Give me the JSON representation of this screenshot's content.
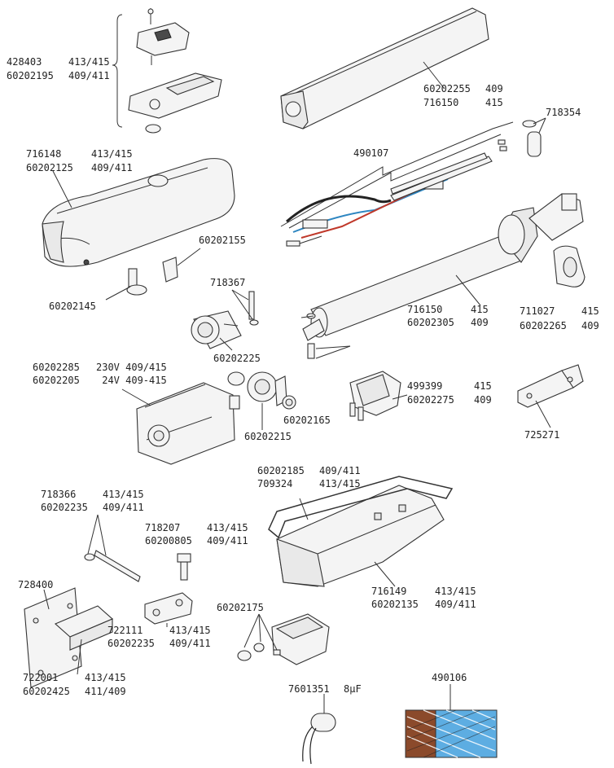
{
  "labels": {
    "l428403": "428403",
    "l428403v": "413/415",
    "l60202195": "60202195",
    "l60202195v": "409/411",
    "l60202255": "60202255",
    "l60202255v": "409",
    "l716150a": "716150",
    "l716150av": "415",
    "l718354": "718354",
    "l716148": "716148",
    "l716148v": "413/415",
    "l60202125": "60202125",
    "l60202125v": "409/411",
    "l490107": "490107",
    "l60202155": "60202155",
    "l718367": "718367",
    "l60202145": "60202145",
    "l60202225": "60202225",
    "l716150b": "716150",
    "l716150bv": "415",
    "l60202305": "60202305",
    "l60202305v": "409",
    "l711027": "711027",
    "l711027v": "415",
    "l60202265": "60202265",
    "l60202265v": "409",
    "l60202285": "60202285",
    "l60202285v": "230V 409/415",
    "l60202205": "60202205",
    "l60202205v": " 24V 409-415",
    "l499399": "499399",
    "l499399v": "415",
    "l60202275": "60202275",
    "l60202275v": "409",
    "l60202165": "60202165",
    "l60202215": "60202215",
    "l725271": "725271",
    "l60202185": "60202185",
    "l60202185v": "409/411",
    "l709324": "709324",
    "l709324v": "413/415",
    "l718366": "718366",
    "l718366v": "413/415",
    "l60202235a": "60202235",
    "l60202235av": "409/411",
    "l718207": "718207",
    "l718207v": "413/415",
    "l60200805": "60200805",
    "l60200805v": "409/411",
    "l728400": "728400",
    "l716149": "716149",
    "l716149v": "413/415",
    "l60202135": "60202135",
    "l60202135v": "409/411",
    "l60202175": "60202175",
    "l722111": "722111",
    "l722111v": "413/415",
    "l60202235b": "60202235",
    "l60202235bv": "409/411",
    "l722001": "722001",
    "l722001v": "413/415",
    "l60202425": "60202425",
    "l60202425v": "411/409",
    "l7601351": "7601351",
    "l7601351v": "8µF",
    "l490106": "490106"
  },
  "colors": {
    "line": "#333333",
    "part_fill": "#f4f4f4",
    "wire_red": "#c0392b",
    "wire_blue": "#2e86c1",
    "board_brown": "#8b4a2b",
    "board_blue": "#5dade2"
  }
}
